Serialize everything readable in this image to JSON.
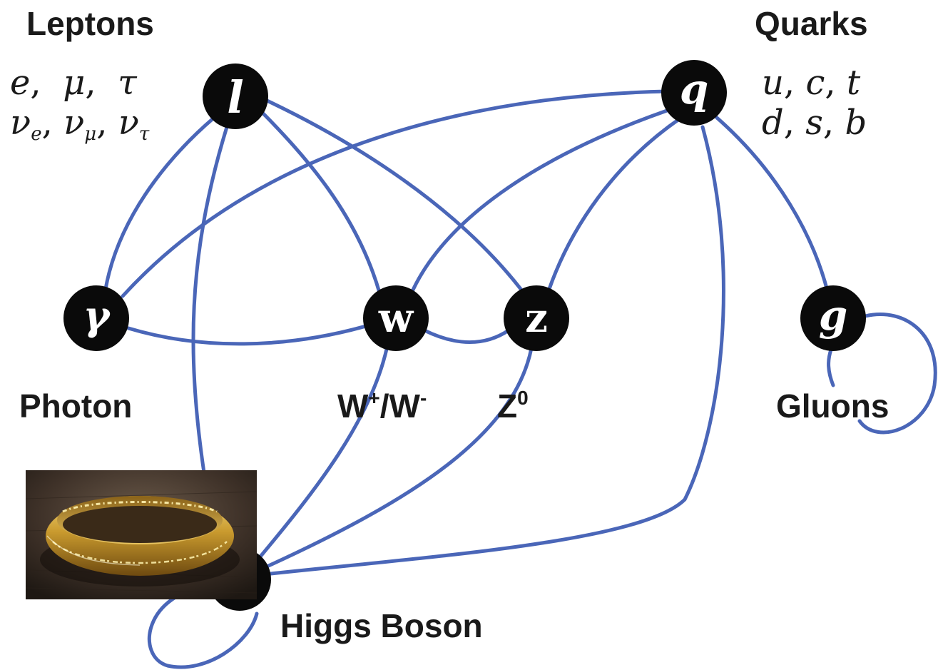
{
  "nodes": {
    "lepton": {
      "symbol": "l"
    },
    "quark": {
      "symbol": "q"
    },
    "photon": {
      "symbol": "γ"
    },
    "w": {
      "symbol": "w"
    },
    "z": {
      "symbol": "z"
    },
    "gluon": {
      "symbol": "g"
    }
  },
  "labels": {
    "leptons": "Leptons",
    "quarks": "Quarks",
    "photon": "Photon",
    "w_base": "W",
    "w_plus": "+",
    "w_sep": "/W",
    "w_minus": "-",
    "z_base": "Z",
    "z_zero": "0",
    "gluons": "Gluons",
    "higgs": "Higgs Boson"
  },
  "lepton_particles": {
    "row1": [
      "e",
      "μ",
      "τ"
    ],
    "row2": [
      {
        "base": "ν",
        "sub": "e"
      },
      {
        "base": "ν",
        "sub": "μ"
      },
      {
        "base": "ν",
        "sub": "τ"
      }
    ]
  },
  "quark_particles": {
    "row1": [
      "u",
      "c",
      "t"
    ],
    "row2": [
      "d",
      "s",
      "b"
    ]
  },
  "colors": {
    "edge": "#4a66b8",
    "node": "#0a0a0a"
  },
  "image": {
    "subject": "golden ring on wooden surface",
    "icon": "ring-photo"
  }
}
